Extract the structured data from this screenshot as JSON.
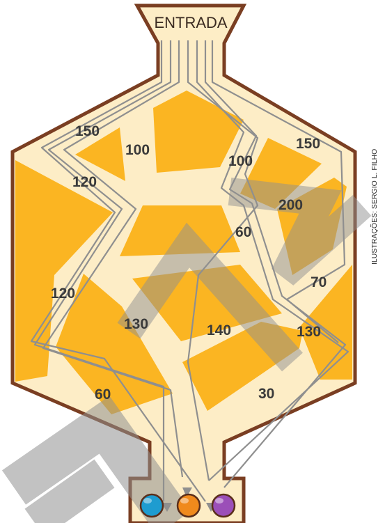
{
  "entrance_label": "ENTRADA",
  "credit": "ILUSTRAÇÕES: SERGIO L. FILHO",
  "path_lengths": [
    {
      "id": "upper-left-150",
      "value": "150"
    },
    {
      "id": "upper-100",
      "value": "100"
    },
    {
      "id": "left-120-upper",
      "value": "120"
    },
    {
      "id": "center-100",
      "value": "100"
    },
    {
      "id": "upper-right-150",
      "value": "150"
    },
    {
      "id": "right-200",
      "value": "200"
    },
    {
      "id": "center-60",
      "value": "60"
    },
    {
      "id": "right-70",
      "value": "70"
    },
    {
      "id": "left-120-lower",
      "value": "120"
    },
    {
      "id": "center-130",
      "value": "130"
    },
    {
      "id": "center-140",
      "value": "140"
    },
    {
      "id": "right-130",
      "value": "130"
    },
    {
      "id": "bottom-left-60",
      "value": "60"
    },
    {
      "id": "bottom-right-30",
      "value": "30"
    }
  ],
  "balls": [
    {
      "name": "blue",
      "color": "#1e9cd0"
    },
    {
      "name": "orange",
      "color": "#f08a1c"
    },
    {
      "name": "purple",
      "color": "#9b4fb8"
    }
  ],
  "colors": {
    "outline": "#7a3e22",
    "path_fill": "#fdedc6",
    "block_fill": "#fbb522",
    "route_line": "#8f8f8f",
    "watermark": "#8f8f8f"
  }
}
